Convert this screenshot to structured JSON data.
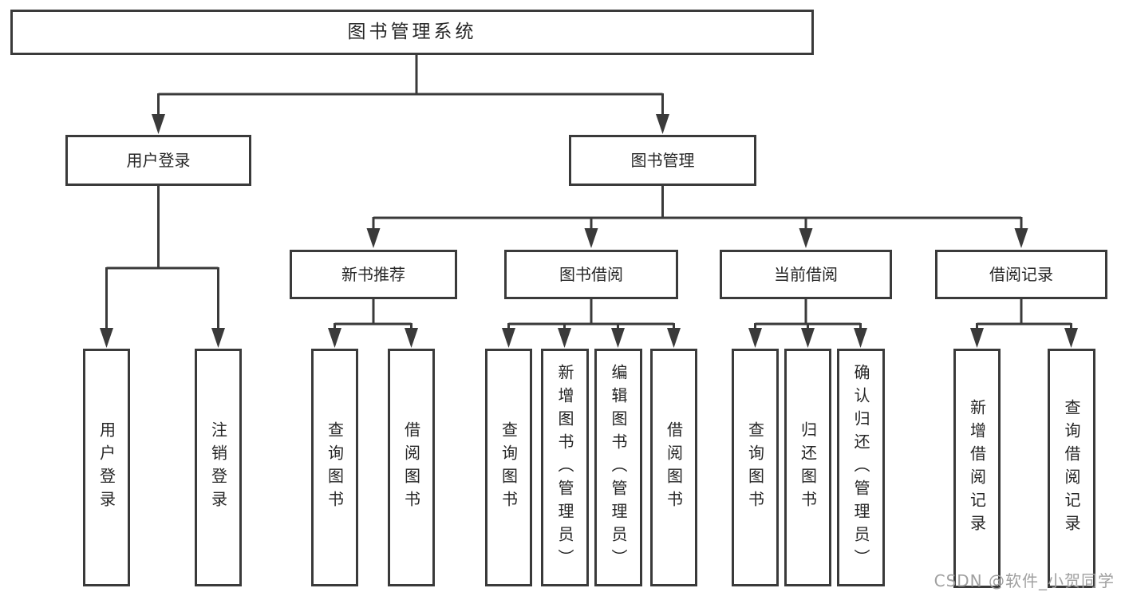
{
  "diagram": {
    "root": {
      "label": "图书管理系统"
    },
    "branches": [
      {
        "label": "用户登录",
        "children": [
          {
            "label": "用户登录"
          },
          {
            "label": "注销登录"
          }
        ]
      },
      {
        "label": "图书管理",
        "children": [
          {
            "label": "新书推荐",
            "children": [
              {
                "label": "查询图书"
              },
              {
                "label": "借阅图书"
              }
            ]
          },
          {
            "label": "图书借阅",
            "children": [
              {
                "label": "查询图书"
              },
              {
                "label": "新增图书（管理员）"
              },
              {
                "label": "编辑图书（管理员）"
              },
              {
                "label": "借阅图书"
              }
            ]
          },
          {
            "label": "当前借阅",
            "children": [
              {
                "label": "查询图书"
              },
              {
                "label": "归还图书"
              },
              {
                "label": "确认归还（管理员）"
              }
            ]
          },
          {
            "label": "借阅记录",
            "children": [
              {
                "label": "新增借阅记录"
              },
              {
                "label": "查询借阅记录"
              }
            ]
          }
        ]
      }
    ]
  },
  "watermark": {
    "text": "CSDN @软件_小贺同学"
  },
  "colors": {
    "line": "#3a3a3a",
    "text": "#262626",
    "watermark": "#a0a0a0",
    "background": "#ffffff"
  }
}
